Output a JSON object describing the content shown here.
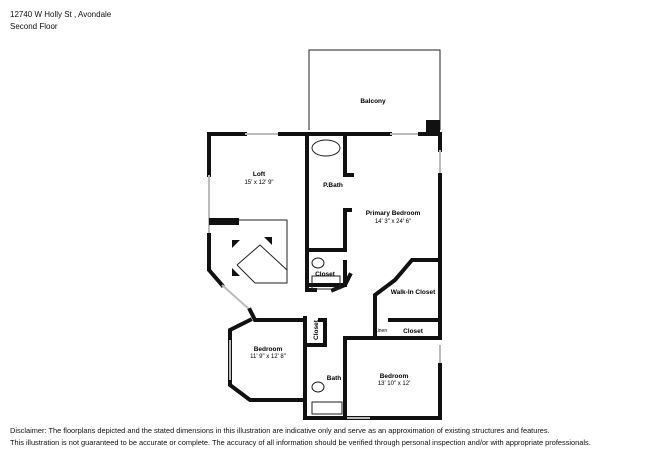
{
  "header": {
    "address": "12740 W Holly St , Avondale",
    "floor": "Second Floor"
  },
  "rooms": [
    {
      "name": "Balcony",
      "dims": ""
    },
    {
      "name": "Loft",
      "dims": "15' x 12' 9\""
    },
    {
      "name": "P.Bath",
      "dims": ""
    },
    {
      "name": "Primary Bedroom",
      "dims": "14' 3\" x 24' 6\""
    },
    {
      "name": "Closet",
      "dims": ""
    },
    {
      "name": "Walk-In Closet",
      "dims": ""
    },
    {
      "name": "Closet",
      "dims": ""
    },
    {
      "name": "Linen",
      "dims": ""
    },
    {
      "name": "Closet",
      "dims": ""
    },
    {
      "name": "Bedroom",
      "dims": "11' 9\" x 12' 8\""
    },
    {
      "name": "Bath",
      "dims": ""
    },
    {
      "name": "Bedroom",
      "dims": "13' 10\" x 12'"
    }
  ],
  "disclaimer": {
    "line1": "Disclaimer: The floorplans depicted and the stated dimensions in this illustration are indicative only and serve as an approximation of existing structures and features.",
    "line2": "This illustration is not guaranteed to be accurate or complete. The accuracy of all information should be verified through personal inspection and/or with appropriate professionals."
  }
}
